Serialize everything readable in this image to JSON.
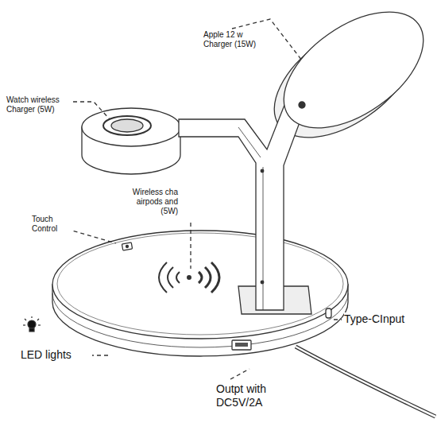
{
  "diagram": {
    "labels": [
      "Apple 12 w Charger (15W)",
      "Watch wireless Charger (5W)",
      "Wireless cha airpods and (5W)",
      "Touch Control",
      "LED lights",
      "Type-CInput",
      "Outpt with DC5V/2A"
    ]
  }
}
